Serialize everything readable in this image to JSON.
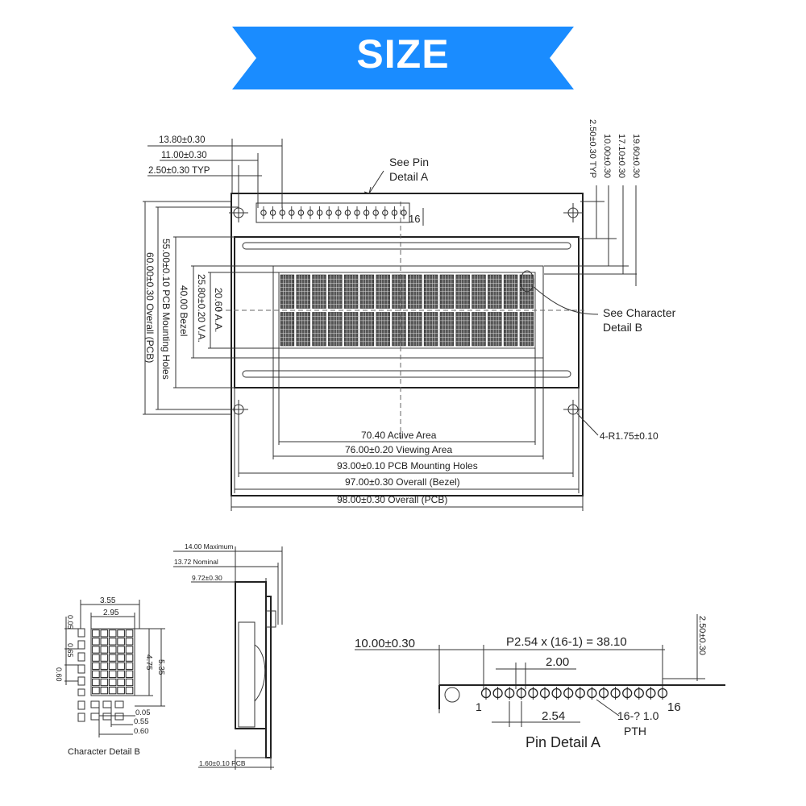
{
  "banner": {
    "title": "SIZE",
    "color": "#1a8cff"
  },
  "main_dims": {
    "d1": "13.80±0.30",
    "d2": "11.00±0.30",
    "d3": "2.50±0.30 TYP",
    "pin_callout_1": "See Pin",
    "pin_callout_2": "Detail A",
    "pin16": "16",
    "r1": "2.50±0.30 TYP",
    "r2": "10.00±0.30",
    "r3": "17.10±0.30",
    "r4": "19.60±0.30",
    "v1": "60.00±0.30 Overall (PCB)",
    "v2": "55.00±0.10 PCB Mounting Holes",
    "v3": "40.00 Bezel",
    "v4": "25.80±0.20 V.A.",
    "v5": "20.60 A.A.",
    "char_callout_1": "See Character",
    "char_callout_2": "Detail B",
    "hole_radius": "4-R1.75±0.10",
    "h1": "70.40 Active Area",
    "h2": "76.00±0.20 Viewing Area",
    "h3": "93.00±0.10 PCB Mounting Holes",
    "h4": "97.00±0.30 Overall (Bezel)",
    "h5": "98.00±0.30 Overall (PCB)"
  },
  "char_detail": {
    "w1": "3.55",
    "w2": "2.95",
    "l1": "0.05",
    "l2": "0.65",
    "l3": "0.60",
    "h1": "4.75",
    "h2": "5.35",
    "b1": "0.05",
    "b2": "0.55",
    "b3": "0.60",
    "caption": "Character Detail B"
  },
  "side_view": {
    "s1": "14.00 Maximum",
    "s2": "13.72 Nominal",
    "s3": "9.72±0.30",
    "s4": "1.60±0.10 PCB"
  },
  "pin_detail": {
    "p1": "10.00±0.30",
    "p2": "P2.54 x (16-1) = 38.10",
    "p3": "2.00",
    "p4": "2.50±0.30",
    "p5": "2.54",
    "p6": "16-? 1.0",
    "p7": "PTH",
    "pin1": "1",
    "pin16": "16",
    "caption": "Pin Detail A"
  }
}
